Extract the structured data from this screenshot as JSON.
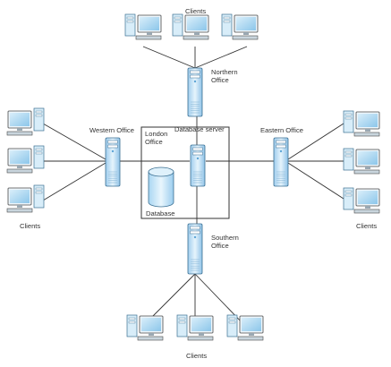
{
  "colors": {
    "screen": "#a9d3ec",
    "tower": "#d8edf9",
    "server": "#bfe0f5",
    "edge": "#3a6f92",
    "line": "#333333"
  },
  "labels": {
    "clients_top": "Clients",
    "clients_left": "Clients",
    "clients_right": "Clients",
    "clients_bottom": "Clients",
    "northern_1": "Northern",
    "northern_2": "Office",
    "western": "Western Office",
    "eastern": "Eastern Office",
    "london_1": "London",
    "london_2": "Office",
    "db_server": "Database server",
    "database": "Database",
    "southern_1": "Southern",
    "southern_2": "Office"
  },
  "nodes": {
    "servers": [
      "northern-office-server",
      "western-office-server",
      "london-database-server",
      "eastern-office-server",
      "southern-office-server"
    ],
    "database": "database-cylinder",
    "client_groups": [
      "top",
      "left",
      "right",
      "bottom"
    ],
    "clients_per_group": 3
  }
}
